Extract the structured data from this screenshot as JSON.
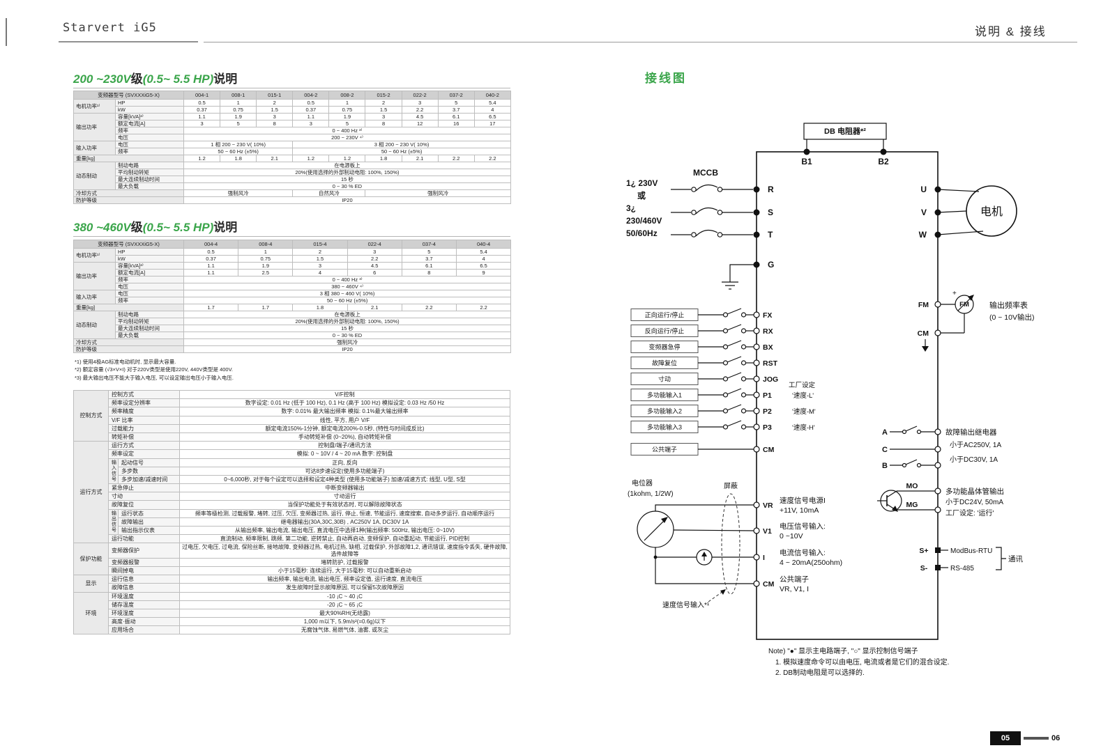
{
  "header": {
    "brand": "Starvert  iG5",
    "right": "说明 & 接线"
  },
  "sections": {
    "s1": {
      "p1": "200 ~230V",
      "p2": "级",
      "p3": "(0.5~ 5.5 HP)",
      "p4": "说明"
    },
    "s2": {
      "p1": "380 ~460V",
      "p2": "级",
      "p3": "(0.5~ 5.5 HP)",
      "p4": "说明"
    }
  },
  "t1": {
    "col0": "变频器型号 (SVXXXiG5-X)",
    "models": [
      "004-1",
      "008-1",
      "015-1",
      "004-2",
      "008-2",
      "015-2",
      "022-2",
      "037-2",
      "040-2"
    ],
    "motor_label": "电机功率¹⁾",
    "hp_label": "HP",
    "hp": [
      "0.5",
      "1",
      "2",
      "0.5",
      "1",
      "2",
      "3",
      "5",
      "5.4"
    ],
    "kw_label": "kW",
    "kw": [
      "0.37",
      "0.75",
      "1.5",
      "0.37",
      "0.75",
      "1.5",
      "2.2",
      "3.7",
      "4"
    ],
    "out_label": "输出功率",
    "cap_label": "容量[kVA]²⁾",
    "cap": [
      "1.1",
      "1.9",
      "3",
      "1.1",
      "1.9",
      "3",
      "4.5",
      "6.1",
      "6.5"
    ],
    "cur_label": "额定电流[A]",
    "cur": [
      "3",
      "5",
      "8",
      "3",
      "5",
      "8",
      "12",
      "16",
      "17"
    ],
    "freq_label": "频率",
    "freq": "0 ~ 400 Hz ³⁾",
    "volt_label": "电压",
    "volt": "200 ~ 230V ⁴⁾",
    "in_label": "输入功率",
    "involt_label": "电压",
    "involt1": "1 相 200 ~ 230 V( 10%)",
    "involt2": "3 相 200 ~ 230 V( 10%)",
    "infreq_label": "频率",
    "infreq1": "50 ~ 60 Hz (±5%)",
    "infreq2": "50 ~ 60 Hz (±5%)",
    "weight_label": "重量[kg]",
    "weight": [
      "1.2",
      "1.8",
      "2.1",
      "1.2",
      "1.2",
      "1.8",
      "2.1",
      "2.2",
      "2.2"
    ],
    "brake_label": "动态制动",
    "bc_label": "制动电路",
    "bc": "在电源板上",
    "bt_label": "平均制动转矩",
    "bt": "20%(使用选择的外部制动电阻: 100%, 150%)",
    "btime_label": "最大连续制动时间",
    "btime": "15 秒",
    "bload_label": "最大负载",
    "bload": "0 ~ 30 % ED",
    "cool_label": "冷却方式",
    "cool1": "强制风冷",
    "cool2": "自然风冷",
    "cool3": "强制风冷",
    "ip_label": "防护等级",
    "ip": "IP20"
  },
  "t2": {
    "col0": "变频器型号 (SVXXXiG5-X)",
    "models": [
      "004-4",
      "008-4",
      "015-4",
      "022-4",
      "037-4",
      "040-4"
    ],
    "motor_label": "电机功率¹⁾",
    "hp_label": "HP",
    "hp": [
      "0.5",
      "1",
      "2",
      "3",
      "5",
      "5.4"
    ],
    "kw_label": "kW",
    "kw": [
      "0.37",
      "0.75",
      "1.5",
      "2.2",
      "3.7",
      "4"
    ],
    "out_label": "输出功率",
    "cap_label": "容量[kVA]²⁾",
    "cap": [
      "1.1",
      "1.9",
      "3",
      "4.5",
      "6.1",
      "6.5"
    ],
    "cur_label": "额定电流[A]",
    "cur": [
      "1.1",
      "2.5",
      "4",
      "6",
      "8",
      "9"
    ],
    "freq_label": "频率",
    "freq": "0 ~ 400 Hz ³⁾",
    "volt_label": "电压",
    "volt": "380 ~ 460V ⁴⁾",
    "in_label": "输入功率",
    "involt_label": "电压",
    "involt1": "3 相 380 ~ 460 V( 10%)",
    "infreq_label": "频率",
    "infreq1": "50 ~ 60 Hz (±5%)",
    "weight_label": "重量[kg]",
    "weight": [
      "1.7",
      "1.7",
      "1.8",
      "2.1",
      "2.2",
      "2.2"
    ],
    "brake_label": "动态制动",
    "bc_label": "制动电路",
    "bc": "在电源板上",
    "bt_label": "平均制动转矩",
    "bt": "20%(使用选择的外部制动电阻: 100%, 150%)",
    "btime_label": "最大连续制动时间",
    "btime": "15 秒",
    "bload_label": "最大负载",
    "bload": "0 ~ 30 % ED",
    "cool_label": "冷却方式",
    "cool1": "强制风冷",
    "ip_label": "防护等级",
    "ip": "IP20"
  },
  "footnotes": [
    "*1) 使用4极AG标准电动机时, 显示最大容量.",
    "*2) 额定容量 (√3×V×I) 对于220V类型是使用220V, 440V类型是 400V.",
    "*3) 最大输出电压不能大于输入电压, 可以设定输出电压小于输入电压."
  ],
  "spec": {
    "g1": {
      "name": "控制方式",
      "rows": [
        [
          "控制方式",
          "V/F控制"
        ],
        [
          "频率设定分辨率",
          "数字设定: 0.01 Hz (低于 100 Hz), 0.1 Hz (高于 100 Hz)    模拟设定: 0.03 Hz /50 Hz"
        ],
        [
          "频率精度",
          "数字: 0.01% 最大输出频率    模拟: 0.1%最大输出频率"
        ],
        [
          "V/F 比率",
          "线性, 平方, 用户 V/F"
        ],
        [
          "过载能力",
          "额定电流150%-1分钟, 额定电流200%-0.5秒, (特性与时间成反比)"
        ],
        [
          "转矩补偿",
          "手动转矩补偿 (0~20%), 自动转矩补偿"
        ]
      ]
    },
    "g2": {
      "name": "运行方式",
      "rows_a": [
        [
          "运行方式",
          "控制盘/端子/通讯方法"
        ],
        [
          "频率设定",
          "模拟: 0 ~ 10V / 4 ~ 20 mA    数字: 控制盘"
        ]
      ],
      "sub_in": "输入信号",
      "rows_in": [
        [
          "起动信号",
          "正向, 反向"
        ],
        [
          "多步数",
          "可达8步速设定(使用多功能端子)"
        ],
        [
          "多步加速/减速时间",
          "0~6,000秒, 对于每个设定可以选择和设定4种类型 (使用多功能端子) 加速/减速方式: 线型, U型, S型"
        ]
      ],
      "rows_b": [
        [
          "紧急停止",
          "中断变频器输出"
        ],
        [
          "寸动",
          "寸动运行"
        ],
        [
          "故障复位",
          "当保护功能处于有效状态时, 可以解除故障状态"
        ]
      ],
      "sub_out": "输出信号",
      "rows_out": [
        [
          "运行状态",
          "频率等级检测, 过载报警, 堵转, 过压, 欠压, 变频器过热, 运行, 停止, 恒速, 节能运行, 速度搜索, 自动多步运行, 自动顺序运行"
        ],
        [
          "故障输出",
          "继电器输出(30A,30C,30B) , AC250V 1A, DC30V 1A"
        ],
        [
          "输出指示仪表",
          "从输出频率, 输出电流, 输出电压, 直流电压中选择1种(输出频率: 500Hz, 输出电压: 0~10V)"
        ]
      ],
      "rows_c": [
        [
          "运行功能",
          "直流制动, 频率限制, 跳频, 第二功能, 逆转禁止, 自动再启动, 变频保护, 自动重起动, 节能运行, PID控制"
        ]
      ]
    },
    "g3": {
      "name": "保护功能",
      "rows": [
        [
          "变频器保护",
          "过电压, 欠电压, 过电流, 保险丝断, 接地故障, 变频器过热, 电机过热, 缺相, 过载保护, 外部故障1,2, 通讯错误, 速度指令丢失, 硬件故障, 选件故障等"
        ],
        [
          "变频器报警",
          "堵转防护, 过载报警"
        ],
        [
          "瞬间掉电",
          "小于15毫秒: 连续运行, 大于15毫秒: 可以自动重新启动"
        ]
      ]
    },
    "g4": {
      "name": "显示",
      "rows": [
        [
          "运行信息",
          "输出频率, 输出电流, 输出电压, 频率设定值, 运行速度, 直流电压"
        ],
        [
          "故障信息",
          "发生故障时显示故障原因, 可以保留5次故障原因"
        ]
      ]
    },
    "g5": {
      "name": "环境",
      "rows": [
        [
          "环境温度",
          "-10 ¡C ~ 40 ¡C"
        ],
        [
          "储存温度",
          "-20 ¡C ~ 65 ¡C"
        ],
        [
          "环境湿度",
          "最大90%RH(无结露)"
        ],
        [
          "高度·振动",
          "1,000 m以下,  5.9m/s²(=0.6g)以下"
        ],
        [
          "应用场合",
          "无腐蚀气体, 易燃气体, 油雾, 或灰尘"
        ]
      ]
    }
  },
  "diagram": {
    "title": "接线图",
    "db_box": "DB 电阻器*²",
    "b1": "B1",
    "b2": "B2",
    "mccb": "MCCB",
    "source": [
      "1¿ 230V",
      "或",
      "3¿",
      "230/460V",
      "50/60Hz"
    ],
    "left_main": [
      "R",
      "S",
      "T",
      "G"
    ],
    "right_main": [
      "U",
      "V",
      "W"
    ],
    "motor": "电机",
    "inputs": [
      {
        "label": "正向运行/停止",
        "term": "FX"
      },
      {
        "label": "反向运行/停止",
        "term": "RX"
      },
      {
        "label": "变频器急停",
        "term": "BX"
      },
      {
        "label": "故障复位",
        "term": "RST"
      },
      {
        "label": "寸动",
        "term": "JOG"
      },
      {
        "label": "多功能输入1",
        "term": "P1"
      },
      {
        "label": "多功能输入2",
        "term": "P2"
      },
      {
        "label": "多功能输入3",
        "term": "P3"
      },
      {
        "label": "公共端子",
        "term": "CM"
      }
    ],
    "factory": [
      "工厂设定",
      "'速度-L'",
      "'速度-M'",
      "'速度-H'"
    ],
    "fm": {
      "term": "FM",
      "meter": "FM",
      "cm": "CM",
      "line1": "输出频率表",
      "line2": "(0 ~ 10V输出)"
    },
    "pot": {
      "name": "电位器",
      "spec": "(1kohm, 1/2W)",
      "shield": "屏蔽"
    },
    "analog": [
      {
        "term": "VR",
        "l1": "速度信号电源I",
        "l2": "+11V, 10mA"
      },
      {
        "term": "V1",
        "l1": "电压信号输入:",
        "l2": "0 ~10V"
      },
      {
        "term": "I",
        "l1": "电流信号输入:",
        "l2": "4 ~ 20mA(250ohm)"
      },
      {
        "term": "CM",
        "l1": "公共端子",
        "l2": "VR, V1, I"
      }
    ],
    "speed_note": "速度信号输入*¹",
    "relay": {
      "a": "A",
      "c": "C",
      "b": "B",
      "l1": "故障输出继电器",
      "l2": "小于AC250V, 1A",
      "l3": "小于DC30V, 1A"
    },
    "mo": {
      "mo": "MO",
      "mg": "MG",
      "l1": "多功能晶体管输出",
      "l2": "小于DC24V, 50mA",
      "l3": "工厂设定: '运行'"
    },
    "comm": {
      "sp": "S+",
      "sm": "S-",
      "l1": "ModBus-RTU",
      "l2": "RS-485",
      "l3": "通讯"
    },
    "notes": [
      "Note)  \"●\" 显示主电路端子,  \"○\" 显示控制信号端子",
      "1. 模拟速度命令可以由电压, 电流或者是它们的混合设定.",
      "2. DB制动电阻是可以选择的."
    ]
  },
  "footer": {
    "p1": "05",
    "p2": "06"
  }
}
